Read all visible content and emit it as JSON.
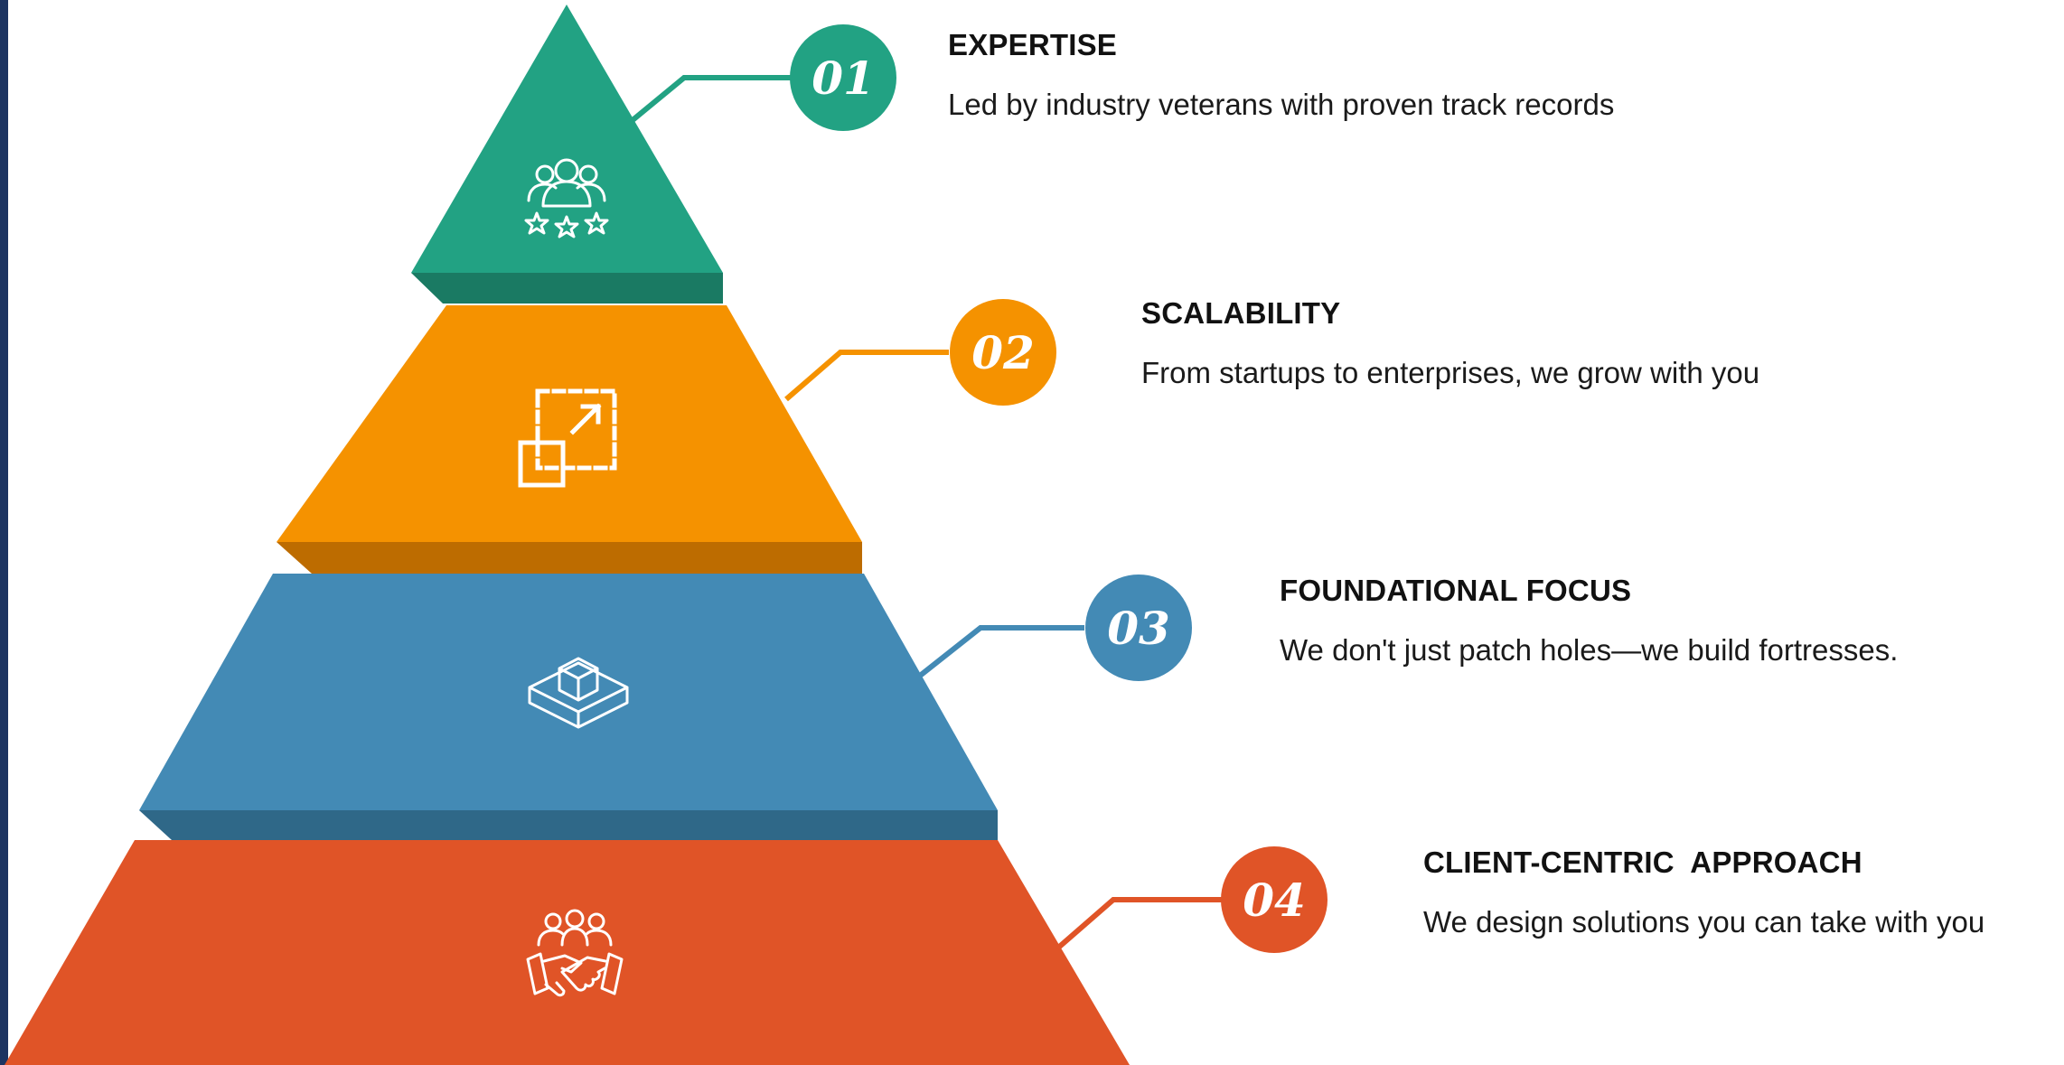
{
  "tiers": [
    {
      "number": "01",
      "title": "EXPERTISE",
      "description": "Led by industry veterans with proven track records",
      "color": "#22a283",
      "shade": "#1a7a63",
      "icon": "team-stars-icon"
    },
    {
      "number": "02",
      "title": "SCALABILITY",
      "description": "From startups to enterprises, we grow with you",
      "color": "#f59200",
      "shade": "#bd6c00",
      "icon": "scale-up-icon"
    },
    {
      "number": "03",
      "title": "FOUNDATIONAL FOCUS",
      "description": "We don't just patch holes—we build fortresses.",
      "color": "#438ab5",
      "shade": "#2f6888",
      "icon": "foundation-blocks-icon"
    },
    {
      "number": "04",
      "title": "CLIENT-CENTRIC  APPROACH",
      "description": "We design solutions you can take with you",
      "color": "#e05427",
      "shade": "#b03f1b",
      "icon": "handshake-group-icon"
    }
  ]
}
